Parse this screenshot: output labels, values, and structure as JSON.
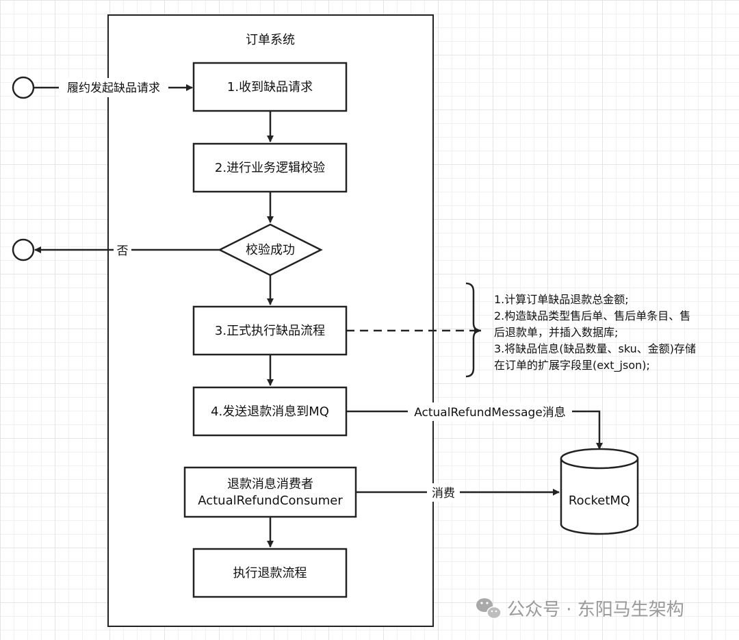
{
  "system": {
    "title": "订单系统"
  },
  "nodes": {
    "step1": "1.收到缺品请求",
    "step2": "2.进行业务逻辑校验",
    "decision": "校验成功",
    "step3": "3.正式执行缺品流程",
    "step4": "4.发送退款消息到MQ",
    "consumer_line1": "退款消息消费者",
    "consumer_line2": "ActualRefundConsumer",
    "refund": "执行退款流程",
    "mq": "RocketMQ"
  },
  "edges": {
    "start_label": "履约发起缺品请求",
    "no_label": "否",
    "message_label": "ActualRefundMessage消息",
    "consume_label": "消费"
  },
  "note": {
    "lines": [
      "1.计算订单缺品退款总金额;",
      "2.构造缺品类型售后单、售后单条目、售",
      "后退款单，并插入数据库;",
      "3.将缺品信息(缺品数量、sku、金额)存储",
      "在订单的扩展字段里(ext_json);"
    ]
  },
  "watermark": {
    "text": "公众号 · 东阳马生架构"
  }
}
